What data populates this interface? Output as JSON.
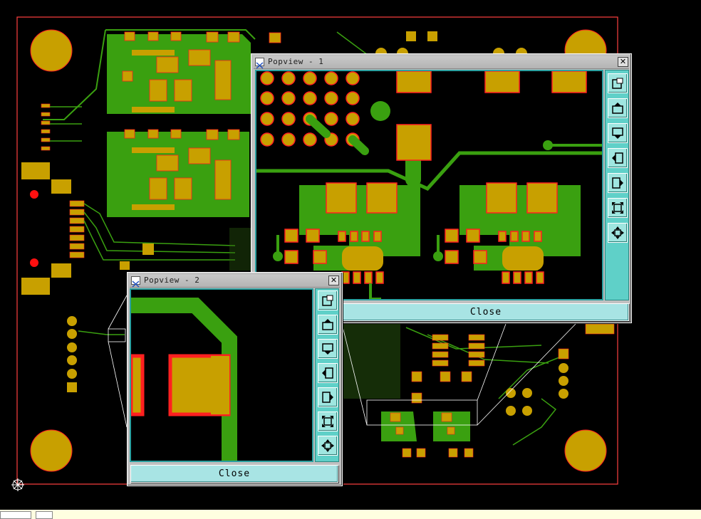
{
  "popview1": {
    "title": "Popview - 1",
    "close_x": "✕",
    "close_label": "Close",
    "tools": [
      "zoom-window-icon",
      "zoom-in-icon",
      "zoom-out-icon",
      "pan-left-icon",
      "pan-right-icon",
      "zoom-fit-icon",
      "pan-center-icon"
    ]
  },
  "popview2": {
    "title": "Popview - 2",
    "close_x": "✕",
    "close_label": "Close",
    "tools": [
      "zoom-window-icon",
      "zoom-in-icon",
      "zoom-out-icon",
      "pan-left-icon",
      "pan-right-icon",
      "zoom-fit-icon",
      "pan-center-icon"
    ]
  },
  "colors": {
    "pad": "#c8a000",
    "copper": "#3aa010",
    "outline": "#ff2020",
    "board_edge": "#ff4040",
    "toolbar": "#5fd0c8",
    "close_button": "#a8e4e4"
  }
}
